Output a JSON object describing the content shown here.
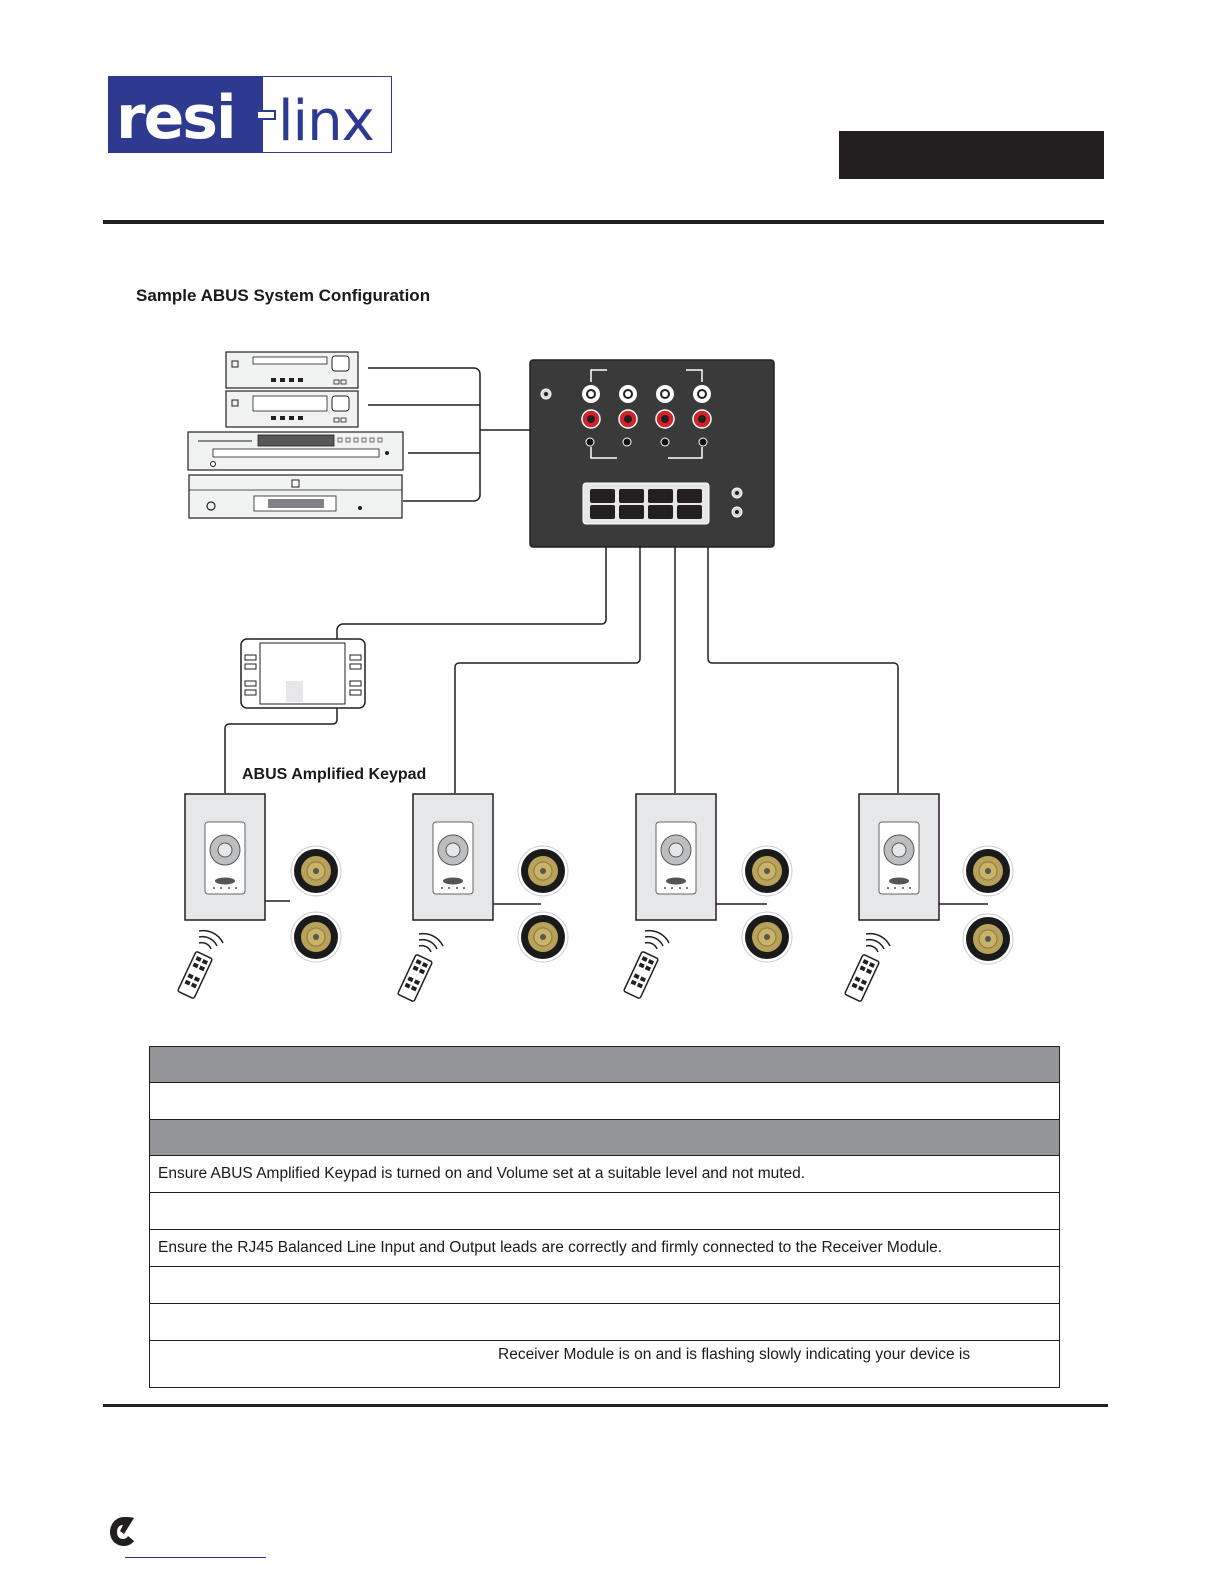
{
  "logo": {
    "text_left": "resi",
    "text_right": "linx",
    "brand_color": "#2e3a8f"
  },
  "header": {
    "title_bar_text": ""
  },
  "diagram": {
    "title": "Sample ABUS System Configuration",
    "keypad_label": "ABUS Amplified Keypad",
    "zone_count": 4
  },
  "troubleshooting": {
    "header_1": "",
    "row_1": "",
    "header_2": "",
    "rows": [
      "Ensure ABUS Amplified Keypad is turned on and Volume set at a suitable level and not muted.",
      "",
      "Ensure the RJ45 Balanced Line Input and Output leads are correctly and firmly connected to the Receiver Module.",
      "",
      ""
    ],
    "last_row_text": "Receiver Module is on and is flashing slowly indicating your device is"
  },
  "colors": {
    "rule": "#231f20",
    "table_header": "#939598",
    "rca_red": "#d2232a"
  }
}
